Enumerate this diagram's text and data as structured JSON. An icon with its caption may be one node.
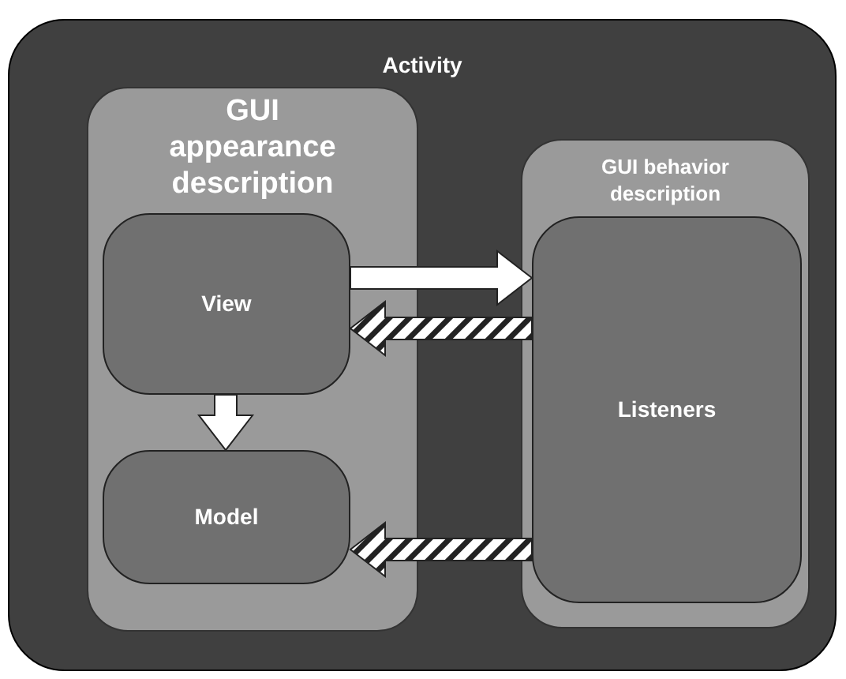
{
  "diagram": {
    "nodes": [
      {
        "text": [
          "Activity"
        ]
      },
      {
        "text": [
          "GUI appearance description"
        ],
        "in": 0
      },
      {
        "text": [
          "View"
        ],
        "in": 1
      },
      {
        "text": [
          "Model"
        ],
        "in": 1
      },
      {
        "text": [
          "GUI behavior description"
        ],
        "in": 0
      },
      {
        "text": [
          "Listeners"
        ],
        "in": 4
      }
    ],
    "edges": [
      {
        "from": 2,
        "to": 5,
        "arrow": "to"
      },
      {
        "from": 5,
        "to": 2,
        "arrow": "to",
        "style": "dashed"
      },
      {
        "from": 5,
        "to": 3,
        "arrow": "to",
        "style": "dashed"
      },
      {
        "from": 2,
        "to": 3,
        "arrow": "to"
      }
    ]
  }
}
